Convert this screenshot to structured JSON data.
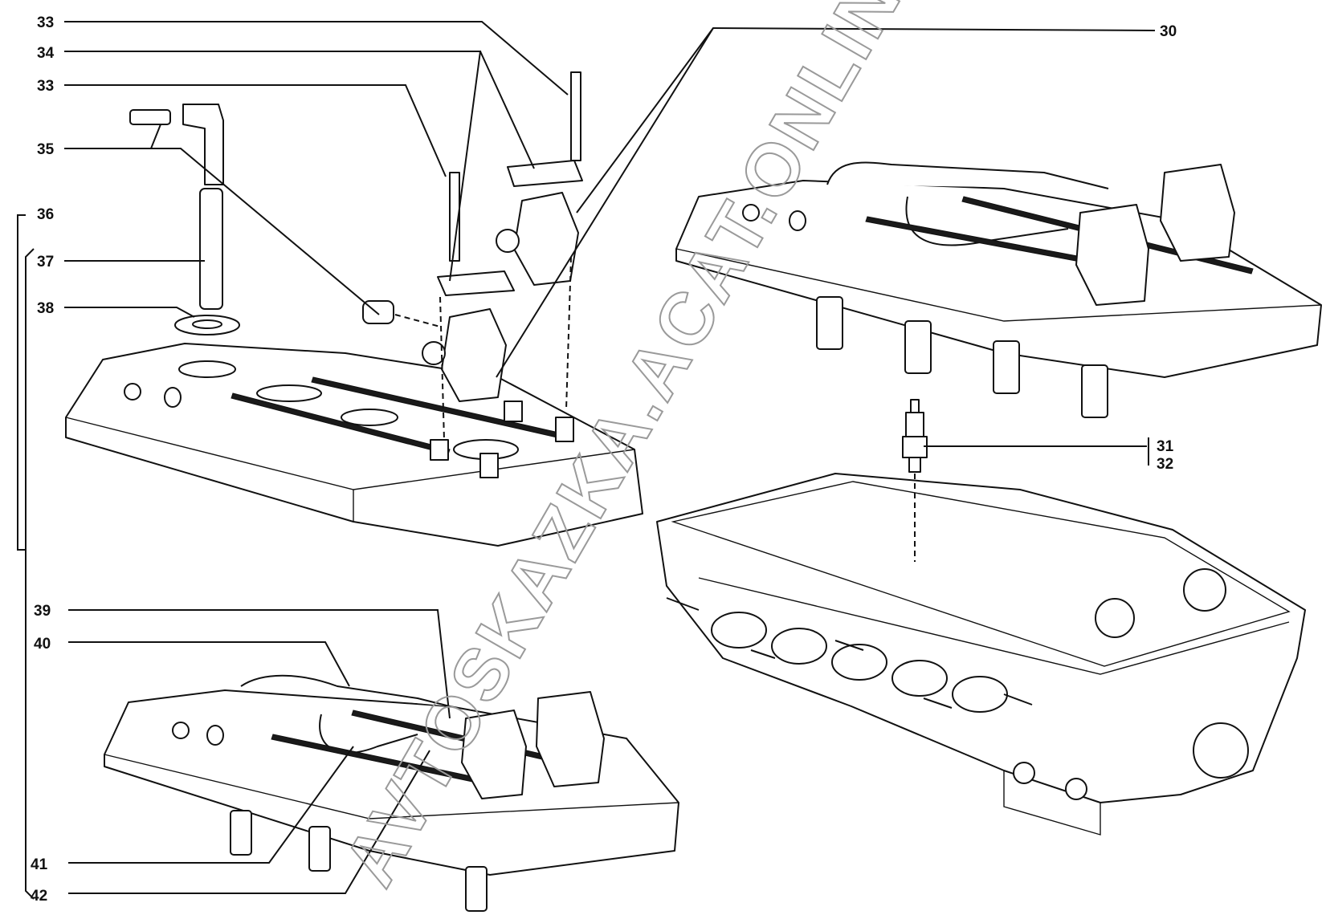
{
  "callouts": {
    "c30": "30",
    "c31": "31",
    "c32": "32",
    "c33a": "33",
    "c33b": "33",
    "c34": "34",
    "c35": "35",
    "c36": "36",
    "c37": "37",
    "c38": "38",
    "c39": "39",
    "c40": "40",
    "c41": "41",
    "c42": "42"
  },
  "watermark": "AVTOSKAZKA.ACAT.ONLINE",
  "colors": {
    "line": "#111111",
    "watermark": "#9a9a9a",
    "background": "#ffffff"
  }
}
